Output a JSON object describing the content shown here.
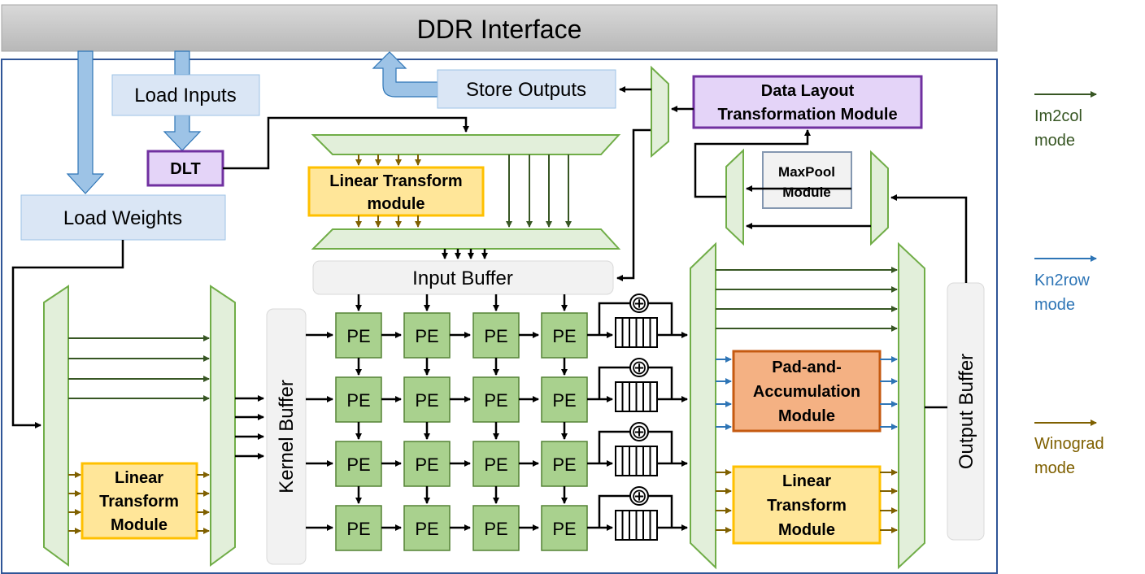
{
  "ddr": {
    "label": "DDR Interface"
  },
  "load_inputs": {
    "label": "Load Inputs"
  },
  "store_outputs": {
    "label": "Store Outputs"
  },
  "load_weights": {
    "label": "Load Weights"
  },
  "dlt": {
    "label": "DLT"
  },
  "data_layout": {
    "line1": "Data Layout",
    "line2": "Transformation Module"
  },
  "maxpool": {
    "line1": "MaxPool",
    "line2": "Module"
  },
  "lt_top": {
    "line1": "Linear Transform",
    "line2": "module"
  },
  "lt_left": {
    "line1": "Linear",
    "line2": "Transform",
    "line3": "Module"
  },
  "lt_right": {
    "line1": "Linear",
    "line2": "Transform",
    "line3": "Module"
  },
  "pad_acc": {
    "line1": "Pad-and-",
    "line2": "Accumulation",
    "line3": "Module"
  },
  "input_buffer": {
    "label": "Input Buffer"
  },
  "kernel_buffer": {
    "label": "Kernel Buffer"
  },
  "output_buffer": {
    "label": "Output Buffer"
  },
  "pe_label": "PE",
  "adder_symbol": "⊕",
  "legend": [
    {
      "line1": "Im2col",
      "line2": "mode",
      "color": "#375623"
    },
    {
      "line1": "Kn2row",
      "line2": "mode",
      "color": "#2E75B6"
    },
    {
      "line1": "Winograd",
      "line2": "mode",
      "color": "#7F6000"
    }
  ],
  "colors": {
    "green_line": "#375623",
    "blue_line": "#2E75B6",
    "brown_line": "#7F6000",
    "mux_fill": "#E2EFDA",
    "mux_stroke": "#70AD47",
    "pe_fill": "#A9D18E",
    "pe_stroke": "#548235",
    "yellow_fill": "#FFE699",
    "yellow_stroke": "#FFC000",
    "orange_fill": "#F4B183",
    "orange_stroke": "#C55A11",
    "purple_fill": "#E4D4F8",
    "purple_stroke": "#7030A0",
    "light_blue_fill": "#DAE6F5",
    "light_blue_stroke": "#9DC3E6",
    "arrow_blue": "#9DC3E6",
    "arrow_blue_stroke": "#2E75B6",
    "buffer_fill": "#F2F2F2",
    "buffer_stroke": "#D9D9D9",
    "frame": "#2F5597"
  }
}
